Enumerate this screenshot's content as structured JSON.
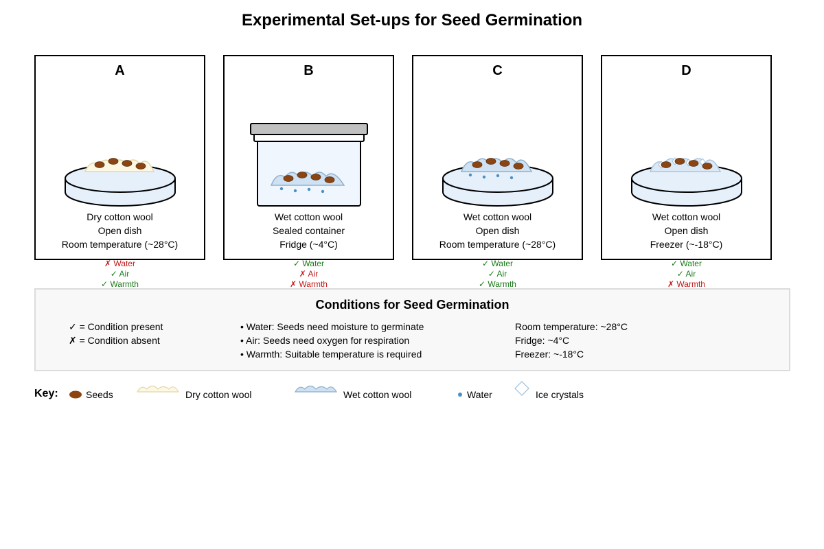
{
  "title": "Experimental Set-ups for Seed Germination",
  "setups": [
    {
      "label": "A",
      "description": [
        "Dry cotton wool",
        "Open dish",
        "Room temperature (~28°C)"
      ],
      "conditions": [
        {
          "text": "✗ Water",
          "present": false
        },
        {
          "text": "✓ Air",
          "present": true
        },
        {
          "text": "✓ Warmth",
          "present": true
        }
      ]
    },
    {
      "label": "B",
      "description": [
        "Wet cotton wool",
        "Sealed container",
        "Fridge (~4°C)"
      ],
      "conditions": [
        {
          "text": "✓ Water",
          "present": true
        },
        {
          "text": "✗ Air",
          "present": false
        },
        {
          "text": "✗ Warmth",
          "present": false
        }
      ]
    },
    {
      "label": "C",
      "description": [
        "Wet cotton wool",
        "Open dish",
        "Room temperature (~28°C)"
      ],
      "conditions": [
        {
          "text": "✓ Water",
          "present": true
        },
        {
          "text": "✓ Air",
          "present": true
        },
        {
          "text": "✓ Warmth",
          "present": true
        }
      ]
    },
    {
      "label": "D",
      "description": [
        "Wet cotton wool",
        "Open dish",
        "Freezer (~-18°C)"
      ],
      "conditions": [
        {
          "text": "✓ Water",
          "present": true
        },
        {
          "text": "✓ Air",
          "present": true
        },
        {
          "text": "✗ Warmth",
          "present": false
        }
      ]
    }
  ],
  "conditions_panel": {
    "title": "Conditions for Seed Germination",
    "legend": [
      "✓ = Condition present",
      "✗ = Condition absent"
    ],
    "requirements": [
      "• Water: Seeds need moisture to germinate",
      "• Air: Seeds need oxygen for respiration",
      "• Warmth: Suitable temperature is required"
    ],
    "temperatures": [
      "Room temperature: ~28°C",
      "Fridge: ~4°C",
      "Freezer: ~-18°C"
    ]
  },
  "key": {
    "title": "Key:",
    "items": [
      {
        "icon": "seed-icon",
        "label": "Seeds"
      },
      {
        "icon": "dry-cotton-wool-icon",
        "label": "Dry cotton wool"
      },
      {
        "icon": "wet-cotton-wool-icon",
        "label": "Wet cotton wool"
      },
      {
        "icon": "water-drop-icon",
        "label": "Water"
      },
      {
        "icon": "ice-crystal-icon",
        "label": "Ice crystals"
      }
    ]
  },
  "colors": {
    "seed": "#8b4513",
    "dry_cotton": "#fdf8e4",
    "dry_cotton_stroke": "#e2d8a8",
    "wet_cotton": "#cfe2f3",
    "wet_cotton_stroke": "#8fb0cc",
    "water": "#4a90c2",
    "dish_fill": "#e6f0fb",
    "container_lid": "#c0c0c0",
    "container_fill": "#f0f6fd",
    "present": "#1a7a1a",
    "absent": "#c01818"
  }
}
